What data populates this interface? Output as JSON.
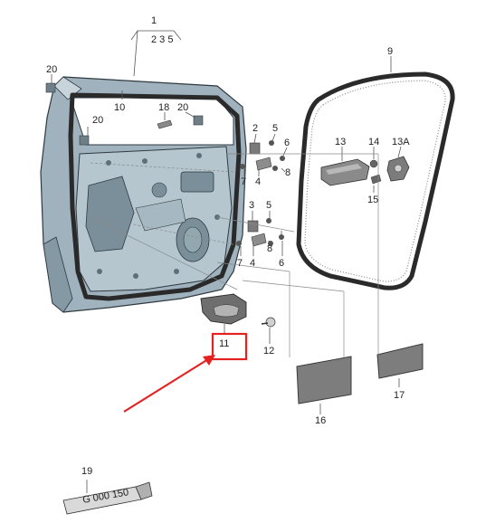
{
  "diagram": {
    "callouts": {
      "c1": "1",
      "c1_sub": "2 3 5",
      "c2a": "2",
      "c2b": "3",
      "c4a": "4",
      "c4b": "4",
      "c5a": "5",
      "c5b": "5",
      "c6a": "6",
      "c6b": "6",
      "c7a": "7",
      "c7b": "7",
      "c8a": "8",
      "c8b": "8",
      "c9": "9",
      "c10": "10",
      "c11": "11",
      "c12": "12",
      "c13": "13",
      "c13a": "13A",
      "c14": "14",
      "c15": "15",
      "c16": "16",
      "c17": "17",
      "c18": "18",
      "c19": "19",
      "c20a": "20",
      "c20b": "20",
      "c20c": "20"
    },
    "tube_label": "G 000 150",
    "highlight_color": "#e52222",
    "arrow_color": "#e52222"
  }
}
